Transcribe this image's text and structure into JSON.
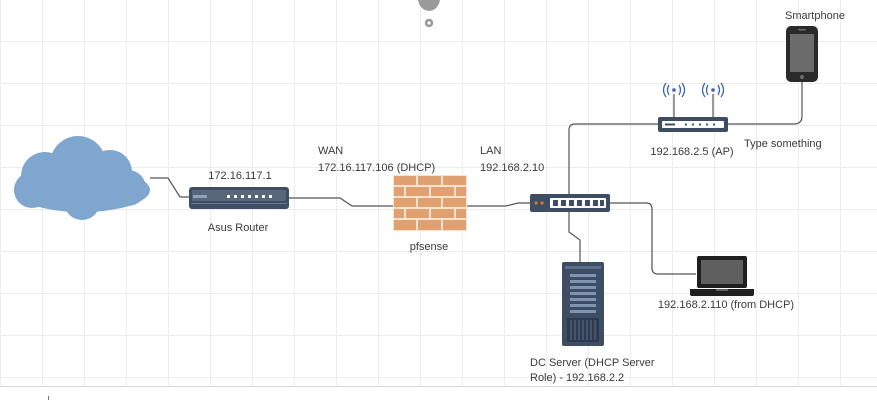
{
  "diagram": {
    "nodes": {
      "cloud": {
        "label": ""
      },
      "asus_router": {
        "label": "Asus Router",
        "ip": "172.16.117.1"
      },
      "pfsense": {
        "label": "pfsense",
        "wan_label": "WAN",
        "wan_ip": "172.16.117.106 (DHCP)",
        "lan_label": "LAN",
        "lan_ip": "192.168.2.10"
      },
      "switch": {
        "label": ""
      },
      "access_point": {
        "label": "192.168.2.5 (AP)",
        "note": "Type something"
      },
      "smartphone": {
        "label": "Smartphone"
      },
      "laptop": {
        "label": "192.168.2.110 (from DHCP)"
      },
      "dc_server": {
        "label_line1": "DC Server (DHCP Server",
        "label_line2": "Role) - 192.168.2.2"
      }
    },
    "colors": {
      "device_dark": "#3d4d63",
      "cloud": "#7ea6cf",
      "firewall": "#e0a070",
      "firewall_mortar": "#f7e2cf",
      "connector": "#555555",
      "port_accent": "#e07a2a",
      "wifi_waves": "#3d66b0",
      "grid": "#ececec"
    }
  }
}
